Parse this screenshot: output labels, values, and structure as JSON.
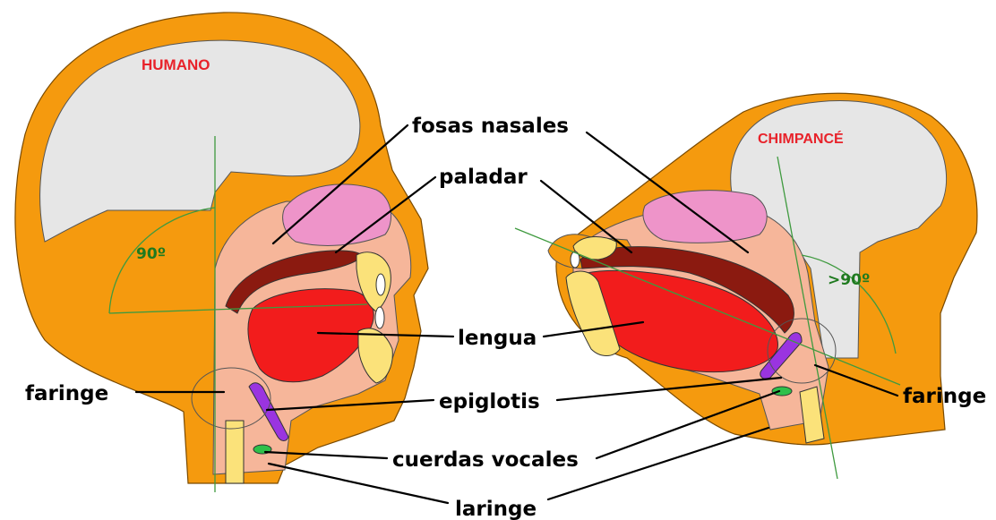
{
  "titles": {
    "human": "HUMANO",
    "chimp": "CHIMPANCÉ"
  },
  "angles": {
    "human": "90º",
    "chimp": ">90º"
  },
  "labels": {
    "fosas_nasales": "fosas nasales",
    "paladar": "paladar",
    "lengua": "lengua",
    "faringe_left": "faringe",
    "faringe_right": "faringe",
    "epiglotis": "epiglotis",
    "cuerdas_vocales": "cuerdas vocales",
    "laringe": "laringe"
  },
  "colors": {
    "head": "#f59a0e",
    "brain": "#e6e6e6",
    "cavity": "#f6b69a",
    "nasal": "#ee94c9",
    "palate": "#8b1a10",
    "tongue": "#f21c1c",
    "teeth": "#fbe27a",
    "epiglottis": "#9a34e0",
    "vocal_cords": "#2ec04a",
    "guide": "#3f9a3f"
  }
}
